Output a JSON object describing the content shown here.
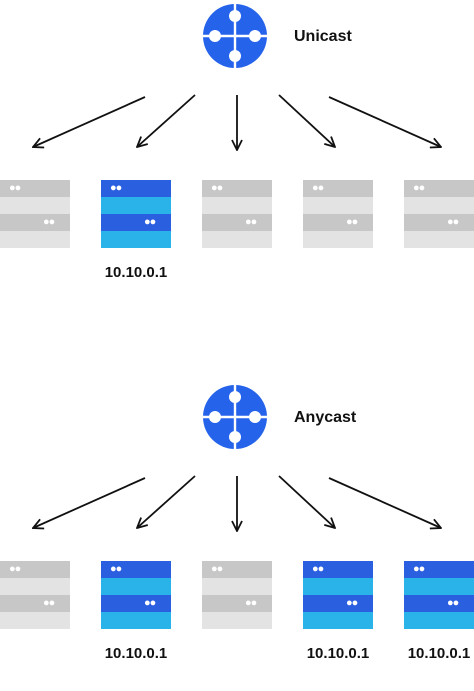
{
  "diagrams": [
    {
      "id": "unicast",
      "title": "Unicast",
      "servers": [
        {
          "highlighted": false,
          "ip": ""
        },
        {
          "highlighted": true,
          "ip": "10.10.0.1"
        },
        {
          "highlighted": false,
          "ip": ""
        },
        {
          "highlighted": false,
          "ip": ""
        },
        {
          "highlighted": false,
          "ip": ""
        }
      ]
    },
    {
      "id": "anycast",
      "title": "Anycast",
      "servers": [
        {
          "highlighted": false,
          "ip": ""
        },
        {
          "highlighted": true,
          "ip": "10.10.0.1"
        },
        {
          "highlighted": false,
          "ip": ""
        },
        {
          "highlighted": true,
          "ip": "10.10.0.1"
        },
        {
          "highlighted": true,
          "ip": "10.10.0.1"
        }
      ]
    }
  ],
  "colors": {
    "router": "#2563eb",
    "highlight_dark": "#2a5fe0",
    "highlight_light": "#2ab3e8",
    "inactive_dark": "#c7c7c7",
    "inactive_light": "#e3e3e3",
    "arrow": "#111111"
  }
}
